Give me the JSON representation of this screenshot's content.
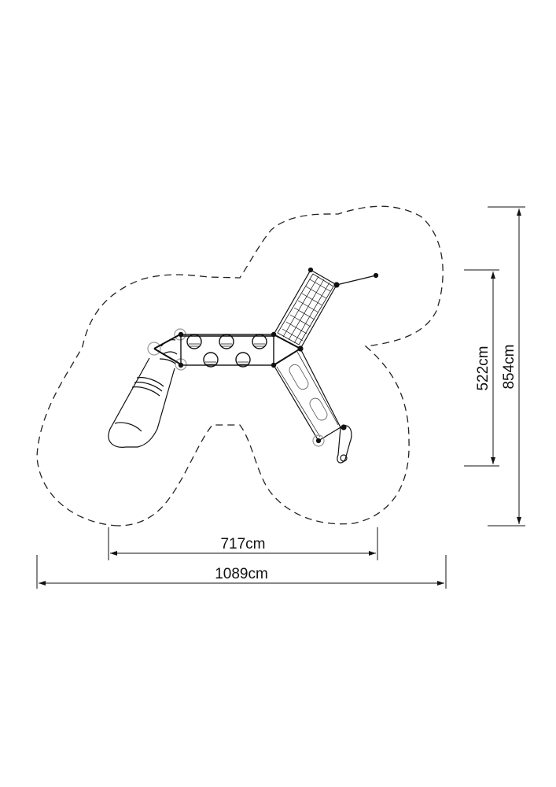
{
  "drawing": {
    "dimensions": {
      "equipment_width": "717cm",
      "safety_area_width": "1089cm",
      "equipment_depth": "522cm",
      "safety_area_depth": "854cm"
    },
    "colors": {
      "line": "#111111",
      "background": "#ffffff"
    }
  }
}
